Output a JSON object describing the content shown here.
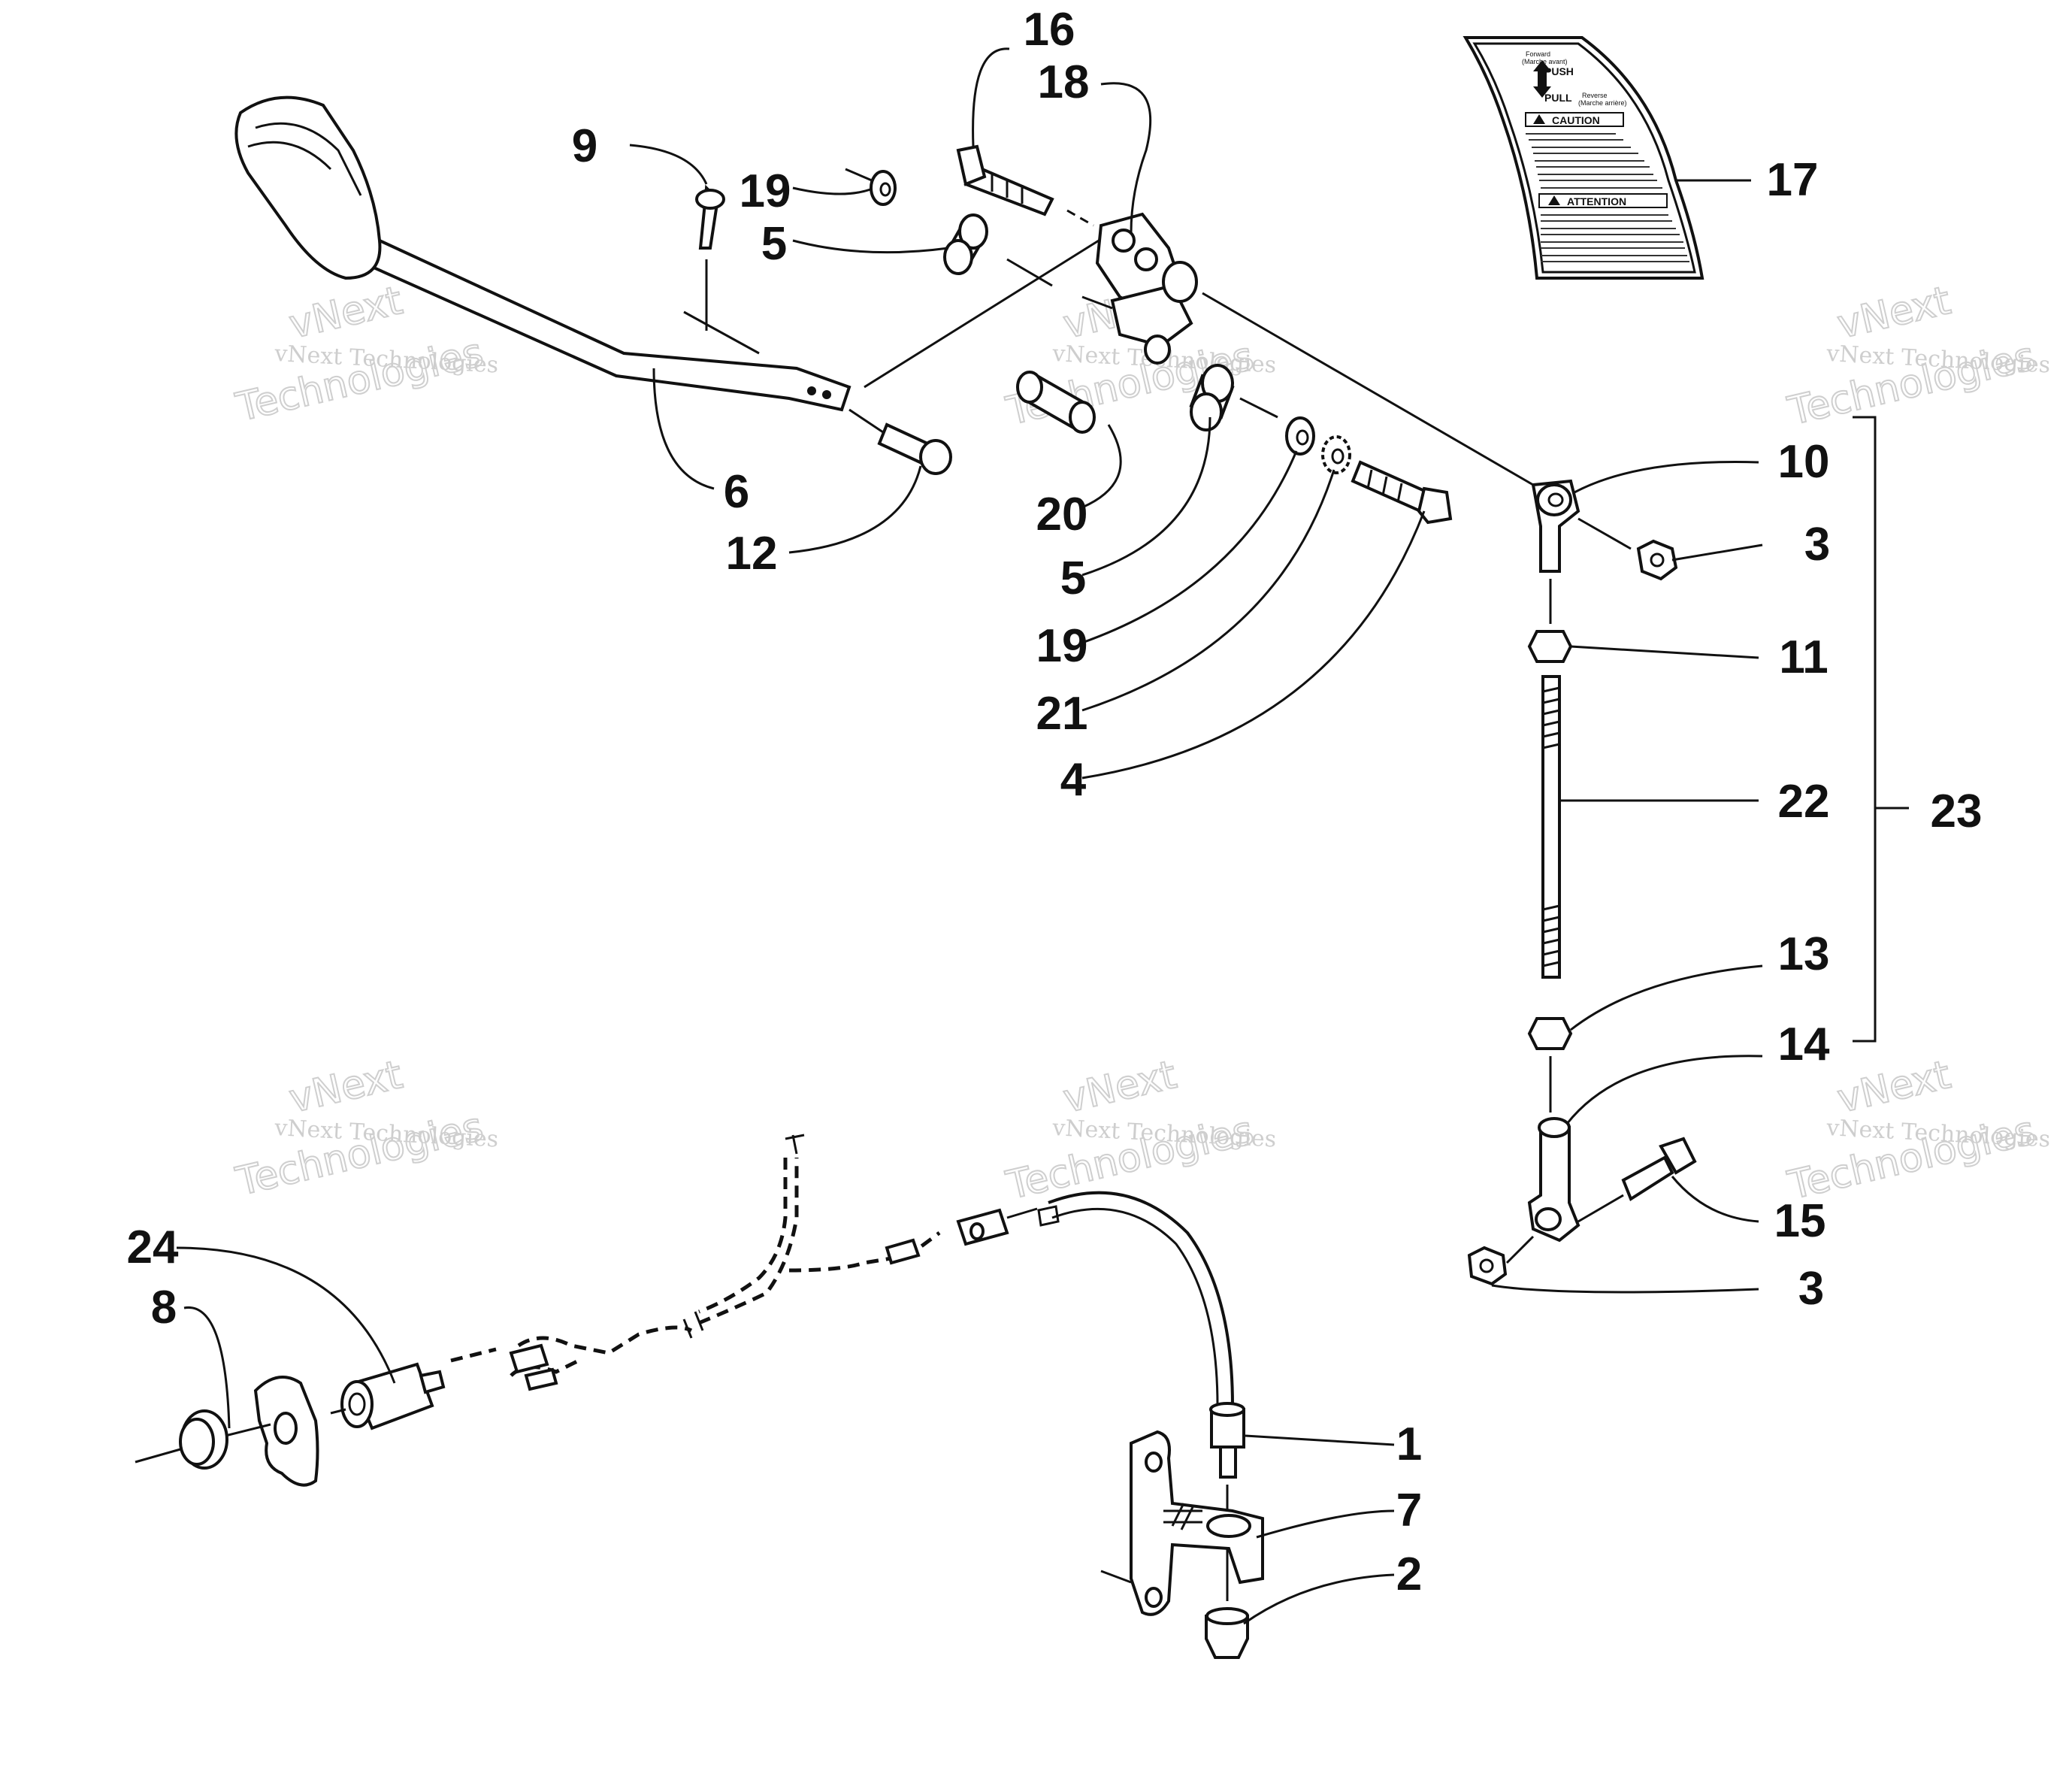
{
  "watermark": {
    "brand_small": "vNext Technologies",
    "brand_large_top": "vNext",
    "brand_large_bottom": "Technologies"
  },
  "decal": {
    "heading_forward": "Forward",
    "heading_forward_fr": "(Marche avant)",
    "push": "PUSH",
    "pull": "PULL",
    "heading_reverse": "Reverse",
    "heading_reverse_fr": "(Marche arrière)",
    "caution_title": "CAUTION",
    "attention_title": "ATTENTION"
  },
  "callouts": {
    "c1": "1",
    "c2": "2",
    "c3a": "3",
    "c3b": "3",
    "c4": "4",
    "c5a": "5",
    "c5b": "5",
    "c6": "6",
    "c7": "7",
    "c8": "8",
    "c9": "9",
    "c10": "10",
    "c11": "11",
    "c12": "12",
    "c13": "13",
    "c14": "14",
    "c15": "15",
    "c16": "16",
    "c17": "17",
    "c18": "18",
    "c19a": "19",
    "c19b": "19",
    "c20": "20",
    "c21": "21",
    "c22": "22",
    "c23": "23",
    "c24": "24"
  }
}
